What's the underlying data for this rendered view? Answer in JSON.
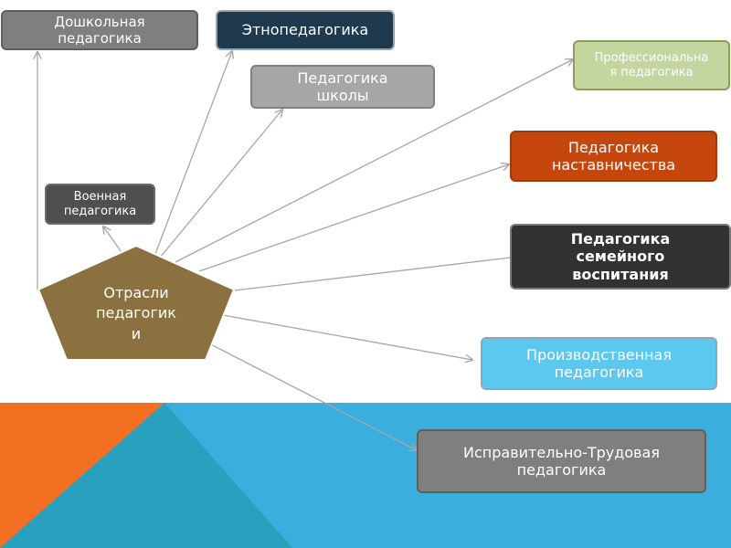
{
  "center": {
    "label": "Отрасли\nпедагогик\nи"
  },
  "branches": {
    "doshkolnaya": "Дошкольная\nпедагогика",
    "etno": "Этнопедагогика",
    "shkoly": "Педагогика\nшколы",
    "professional": "Профессиональна\nя педагогика",
    "nastav": "Педагогика\nнаставничества",
    "semeinogo": "Педагогика\nсемейного\nвоспитания",
    "voennaya": "Военная\nпедагогика",
    "proizvod": "Производственная\nпедагогика",
    "ispravit": "Исправительно-Трудовая\nпедагогика"
  },
  "colors": {
    "center_fill": "#8b7140",
    "band_blue": "#3aaedc",
    "band_orange": "#f36f21",
    "band_teal": "#2aa0bf",
    "arrow": "#a6a6a6"
  }
}
